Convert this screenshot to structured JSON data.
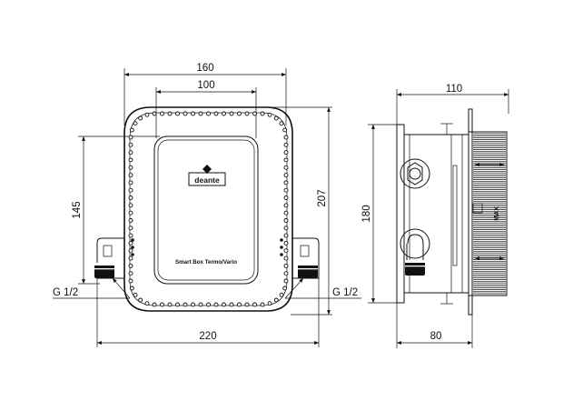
{
  "front_view": {
    "dim_top_outer": "160",
    "dim_top_inner": "100",
    "dim_left_vertical": "145",
    "dim_right_vertical": "207",
    "dim_bottom": "220",
    "thread_left": "G 1/2",
    "thread_right": "G 1/2",
    "logo_text": "deante",
    "product_label": "Smart Box Termo/Vario"
  },
  "side_view": {
    "dim_top": "110",
    "dim_left_vertical": "180",
    "dim_bottom": "80",
    "box_mark": "MAX"
  }
}
